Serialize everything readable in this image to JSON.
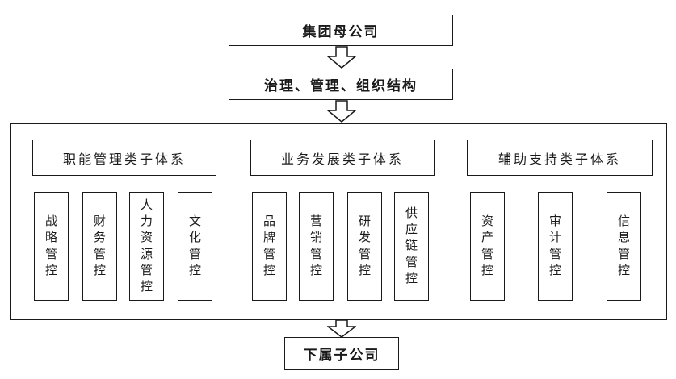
{
  "diagram": {
    "top_box": "集团母公司",
    "structure_box": "治理、管理、组织结构",
    "bottom_box": "下属子公司",
    "groups": [
      {
        "header": "职能管理类子体系",
        "items": [
          "战略管控",
          "财务管控",
          "人力资源管控",
          "文化管控"
        ]
      },
      {
        "header": "业务发展类子体系",
        "items": [
          "品牌管控",
          "营销管控",
          "研发管控",
          "供应链管控"
        ]
      },
      {
        "header": "辅助支持类子体系",
        "items": [
          "资产管控",
          "审计管控",
          "信息管控"
        ]
      }
    ],
    "colors": {
      "border": "#1a1a1a",
      "background": "#ffffff",
      "text": "#1a1a1a"
    }
  }
}
